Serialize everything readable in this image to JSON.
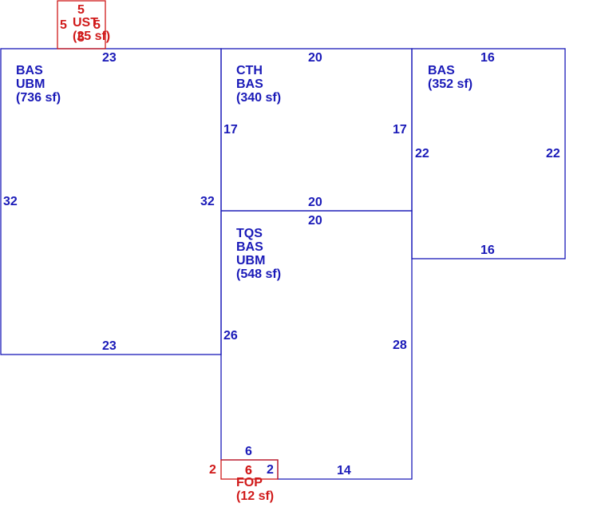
{
  "areas": {
    "bas_ubm_left": {
      "lines": [
        "BAS",
        "UBM",
        "(736 sf)"
      ]
    },
    "cth_bas": {
      "lines": [
        "CTH",
        "BAS",
        "(340 sf)"
      ]
    },
    "bas_right": {
      "lines": [
        "BAS",
        "(352 sf)"
      ]
    },
    "tqs_bas_ubm": {
      "lines": [
        "TQS",
        "BAS",
        "UBM",
        "(548 sf)"
      ]
    },
    "ust": {
      "lines": [
        "UST",
        "(25 sf)"
      ]
    },
    "fop": {
      "lines": [
        "FOP",
        "(12 sf)"
      ]
    }
  },
  "dimensions": {
    "left_top": "23",
    "left_bottom": "23",
    "left_left": "32",
    "left_right": "32",
    "cth_top": "20",
    "cth_bottom": "20",
    "cth_left": "17",
    "cth_right": "17",
    "right_top": "16",
    "right_bottom": "16",
    "right_left": "22",
    "right_right": "22",
    "tqs_top": "20",
    "tqs_left": "26",
    "tqs_right": "28",
    "tqs_bottom": "14",
    "tqs_step": "6",
    "ust_top": "5",
    "ust_left": "5",
    "ust_right": "5",
    "ust_bottom": "5",
    "fop_left": "2",
    "fop_right": "2",
    "fop_top": "6",
    "fop_bottom": "6"
  },
  "colors": {
    "outline": "#1a1ab8",
    "porch": "#d01a1a"
  }
}
